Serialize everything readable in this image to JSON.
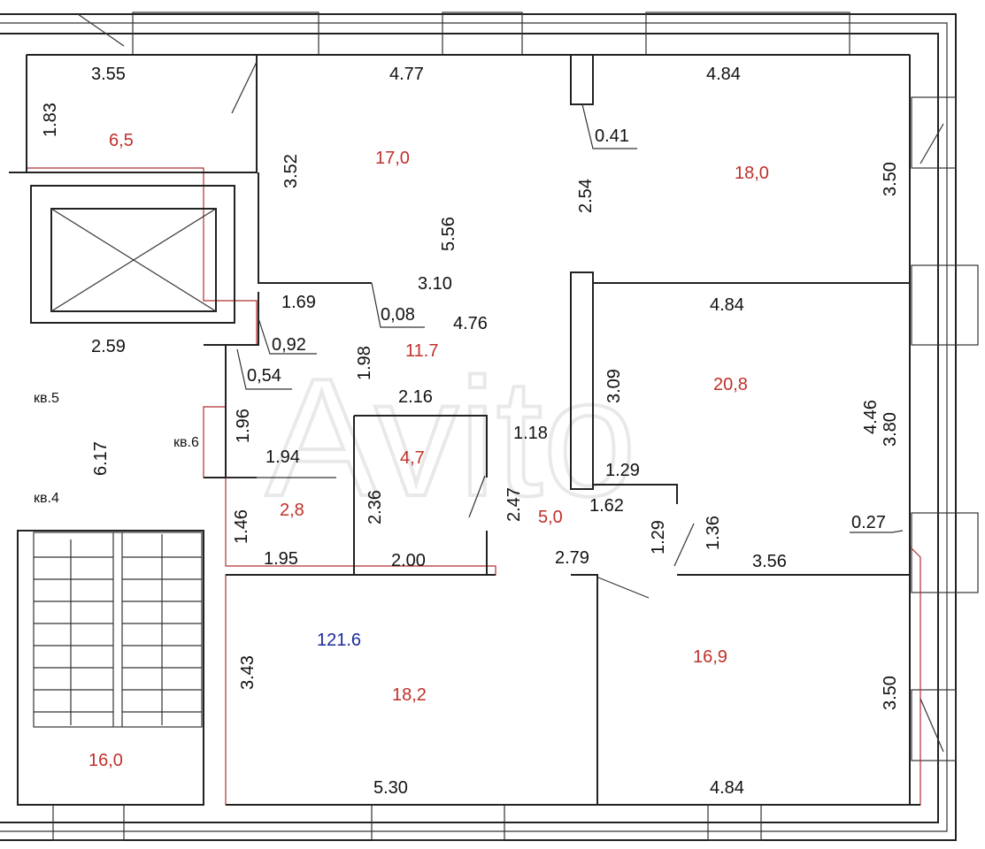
{
  "watermark": "Avito",
  "total_area": "121.6",
  "apartment_labels": [
    "кв.5",
    "кв.6",
    "кв.4"
  ],
  "room_areas": [
    "6,5",
    "17,0",
    "18,0",
    "11.7",
    "20,8",
    "4,7",
    "2,8",
    "5,0",
    "18,2",
    "16,9",
    "16,0"
  ],
  "dimensions": [
    "3.55",
    "4.77",
    "4.84",
    "1.83",
    "0.41",
    "3.52",
    "2.54",
    "3.50",
    "5.56",
    "3.10",
    "1.69",
    "0,08",
    "4.76",
    "4.84",
    "2.59",
    "0,92",
    "0,54",
    "1.98",
    "3.09",
    "4.46",
    "3.80",
    "2.16",
    "1.18",
    "6.17",
    "1.96",
    "1.94",
    "1.29",
    "2.36",
    "2.47",
    "1.62",
    "1.46",
    "1.29",
    "1.36",
    "0.27",
    "1.95",
    "2.00",
    "2.79",
    "3.56",
    "3.43",
    "3.50",
    "5.30",
    "4.84"
  ]
}
